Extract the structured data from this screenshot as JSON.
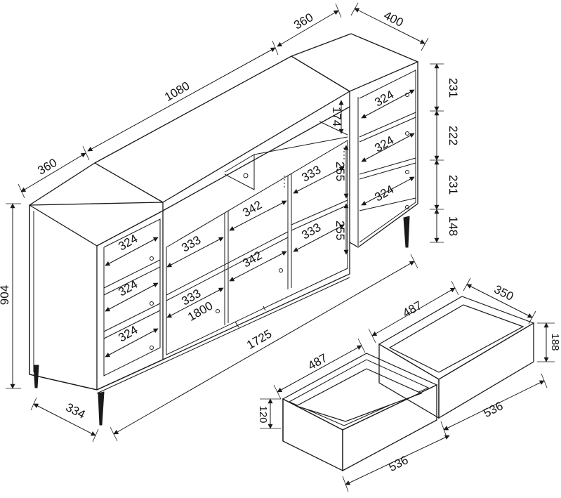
{
  "labels": {
    "left_depth": "360",
    "top_length": "1080",
    "right_width": "360",
    "right_depth": "400",
    "height": "904",
    "base_depth": "334",
    "total_length": "1725",
    "center_width": "1800",
    "l_shelf_1": "324",
    "l_shelf_2": "324",
    "l_shelf_3": "324",
    "c_shelf_1": "333",
    "c_shelf_2": "333",
    "c_mid_1": "342",
    "c_mid_2": "342",
    "c_right_1": "333",
    "c_right_2": "333",
    "c_h_top": "174",
    "c_h_1": "255",
    "c_h_2": "255",
    "r_shelf_1": "324",
    "r_shelf_2": "324",
    "r_shelf_3": "324",
    "r_h_1": "231",
    "r_h_2": "222",
    "r_h_3": "231",
    "r_h_4": "148",
    "drawer_small_width": "487",
    "drawer_small_height": "120",
    "drawer_small_length": "536",
    "drawer_large_width": "487",
    "drawer_large_depth": "350",
    "drawer_large_height": "188",
    "drawer_large_length": "536"
  },
  "colors": {
    "ink": "#1a1a1a",
    "background": "#ffffff"
  }
}
